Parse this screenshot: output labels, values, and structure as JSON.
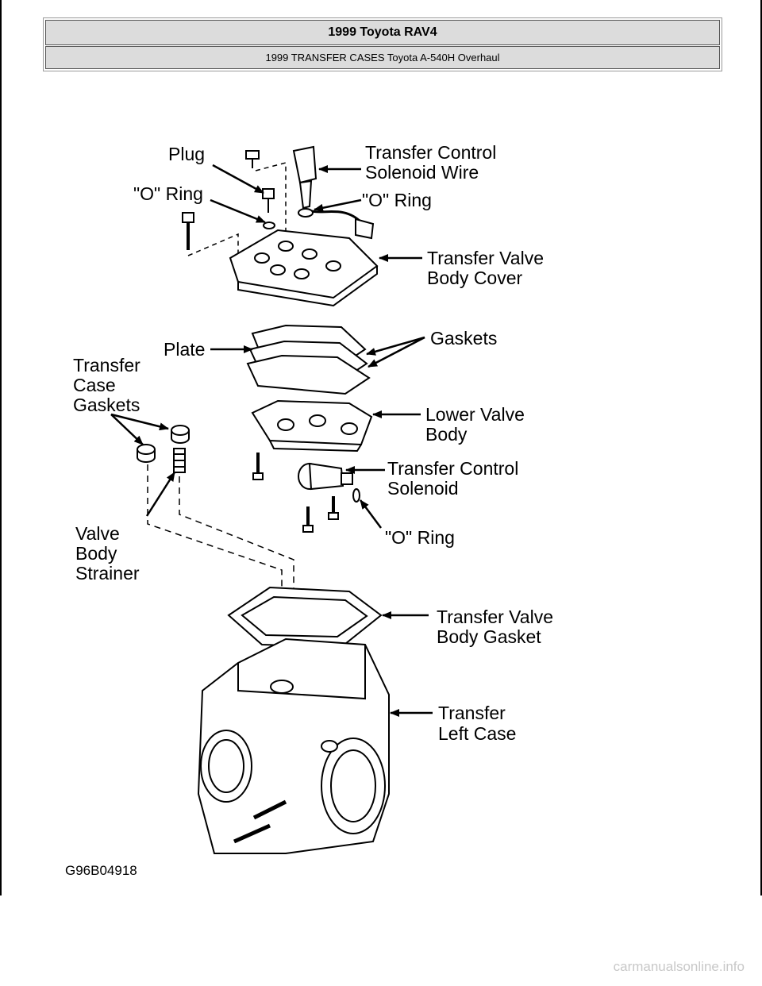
{
  "header": {
    "title": "1999 Toyota RAV4",
    "subtitle": "1999 TRANSFER CASES Toyota A-540H Overhaul"
  },
  "diagram": {
    "labels": {
      "plug": "Plug",
      "o_ring_1": "\"O\" Ring",
      "tc_solenoid_wire_1": "Transfer Control",
      "tc_solenoid_wire_2": "Solenoid Wire",
      "o_ring_2": "\"O\" Ring",
      "tv_body_cover_1": "Transfer Valve",
      "tv_body_cover_2": "Body Cover",
      "plate": "Plate",
      "gaskets": "Gaskets",
      "tc_gaskets_1": "Transfer",
      "tc_gaskets_2": "Case",
      "tc_gaskets_3": "Gaskets",
      "lower_valve_body_1": "Lower Valve",
      "lower_valve_body_2": "Body",
      "tc_solenoid_1": "Transfer Control",
      "tc_solenoid_2": "Solenoid",
      "o_ring_3": "\"O\" Ring",
      "strainer_1": "Valve",
      "strainer_2": "Body",
      "strainer_3": "Strainer",
      "tv_body_gasket_1": "Transfer Valve",
      "tv_body_gasket_2": "Body Gasket",
      "left_case_1": "Transfer",
      "left_case_2": "Left Case"
    },
    "figure_code": "G96B04918"
  },
  "watermark": "carmanualsonline.info"
}
